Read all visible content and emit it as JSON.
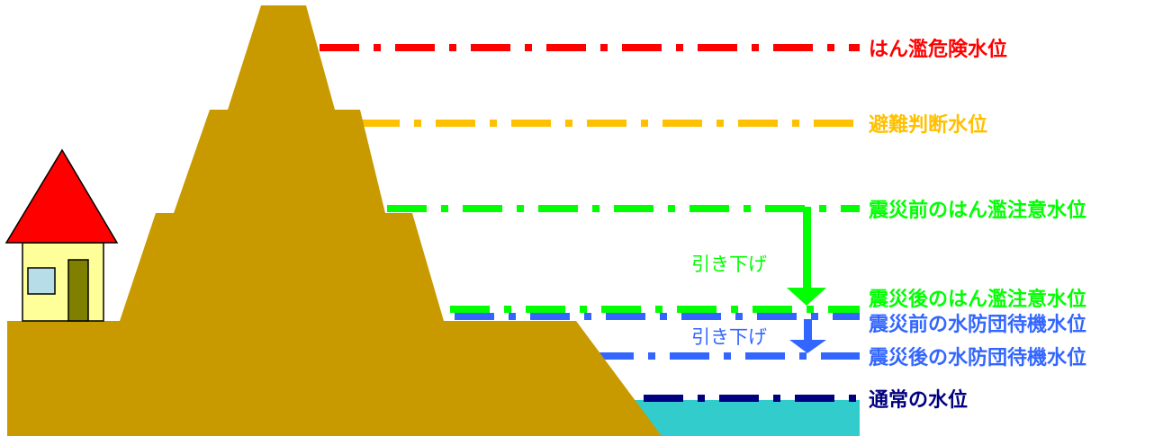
{
  "levels": {
    "flood_danger": {
      "label": "はん濫危険水位",
      "color": "#FF0000"
    },
    "evacuation": {
      "label": "避難判断水位",
      "color": "#FFC000"
    },
    "flood_warning_before": {
      "label": "震災前のはん濫注意水位",
      "color": "#00FF00"
    },
    "flood_warning_after": {
      "label": "震災後のはん濫注意水位",
      "color": "#00FF00"
    },
    "standby_before": {
      "label": "震災前の水防団待機水位",
      "color": "#3366FF"
    },
    "standby_after": {
      "label": "震災後の水防団待機水位",
      "color": "#3366FF"
    },
    "normal": {
      "label": "通常の水位",
      "color": "#000080"
    }
  },
  "arrows": {
    "green": {
      "label": "引き下げ",
      "color": "#00FF00"
    },
    "blue": {
      "label": "引き下げ",
      "color": "#3366FF"
    }
  },
  "colors": {
    "embankment": "#C89A00",
    "water": "#33CCCC",
    "house_roof": "#FF0000",
    "house_wall": "#FFFF99",
    "house_window": "#B7DDE8",
    "house_door": "#808000"
  }
}
